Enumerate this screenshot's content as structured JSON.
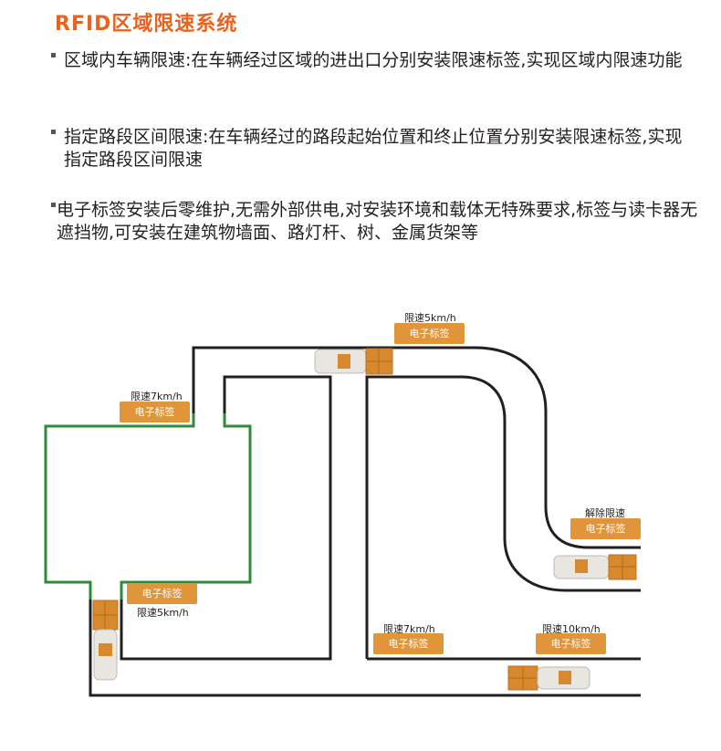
{
  "title": "RFID区域限速系统",
  "bullets": [
    "区域内车辆限速:在车辆经过区域的进出口分别安装限速标签,实现区域内限速功能",
    "指定路段区间限速:在车辆经过的路段起始位置和终止位置分别安装限速标签,实现指定路段区间限速",
    "电子标签安装后零维护,无需外部供电,对安装环境和载体无特殊要求,标签与读卡器无遮挡物,可安装在建筑物墙面、路灯杆、树、金属货架等"
  ],
  "diagram": {
    "tag_label": "电子标签",
    "labels": {
      "top_speed": "限速5km/h",
      "zone_entry": "限速7km/h",
      "zone_exit": "限速5km/h",
      "release": "解除限速",
      "bottom_left": "限速7km/h",
      "bottom_right": "限速10km/h"
    },
    "colors": {
      "road": "#231f20",
      "zone": "#2e8b3a",
      "tag": "#e0953b",
      "title": "#e8641e"
    }
  }
}
